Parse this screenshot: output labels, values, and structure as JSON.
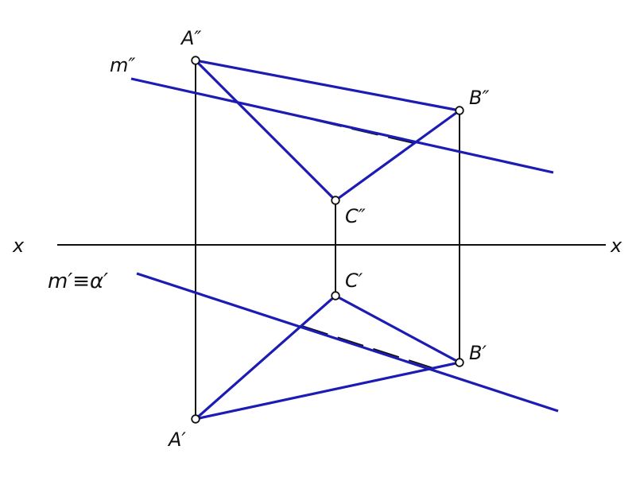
{
  "colors": {
    "construction": "#111111",
    "figure": "#1c1cb4",
    "background": "#ffffff"
  },
  "labels": {
    "axis_left": "x",
    "axis_right": "x",
    "m_front": "m″",
    "m_top": "m′≡α′",
    "a_front": "A″",
    "b_front": "B″",
    "c_front": "C″",
    "a_top": "A′",
    "b_top": "B′",
    "c_top": "C′"
  }
}
